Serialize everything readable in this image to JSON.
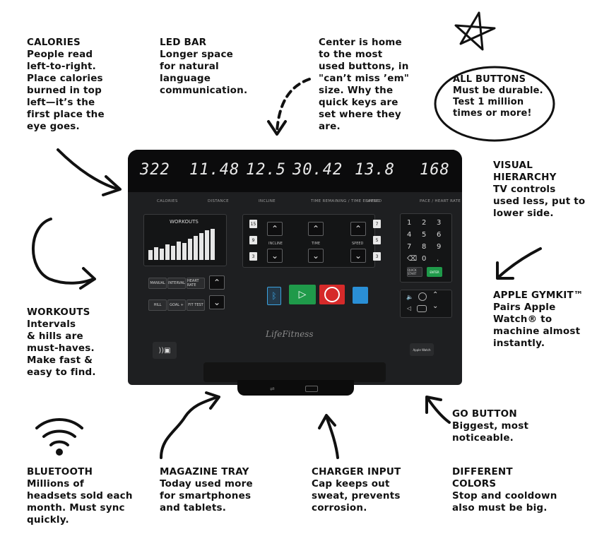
{
  "annotations": {
    "calories": {
      "title": "CALORIES",
      "body": "People read\nleft-to-right.\nPlace calories\nburned in top\nleft—it’s the\nfirst place the\neye goes."
    },
    "led_bar": {
      "title": "LED BAR",
      "body": "Longer space\nfor natural\nlanguage\ncommunication."
    },
    "center": {
      "title": "",
      "body": "Center is home\nto the most\nused buttons, in\n\"can’t miss ’em\"\nsize. Why the\nquick keys are\nset where they\nare."
    },
    "all_buttons": {
      "title": "ALL BUTTONS",
      "body": "Must be durable.\nTest 1 million\ntimes or more!"
    },
    "visual_hierarchy": {
      "title": "VISUAL\nHIERARCHY",
      "body": "TV controls\nused less, put to\nlower side."
    },
    "workouts": {
      "title": "WORKOUTS",
      "body": "Intervals\n& hills are\nmust-haves.\nMake fast &\neasy to find."
    },
    "apple_gymkit": {
      "title": "APPLE GYMKIT™",
      "body": "Pairs Apple\nWatch® to\nmachine almost\ninstantly."
    },
    "go_button": {
      "title": "GO BUTTON",
      "body": "Biggest, most\nnoticeable."
    },
    "bluetooth": {
      "title": "BLUETOOTH",
      "body": "Millions of\nheadsets sold each\nmonth. Must sync\nquickly."
    },
    "magazine_tray": {
      "title": "MAGAZINE TRAY",
      "body": "Today used more\nfor smartphones\nand tablets."
    },
    "charger_input": {
      "title": "CHARGER INPUT",
      "body": "Cap keeps out\nsweat, prevents\ncorrosion."
    },
    "different_colors": {
      "title": "DIFFERENT\nCOLORS",
      "body": "Stop and cooldown\nalso must be big."
    }
  },
  "console": {
    "displays": [
      {
        "value": "322",
        "label": "CALORIES"
      },
      {
        "value": "11.48",
        "label": "DISTANCE"
      },
      {
        "value": "12.5",
        "label": "INCLINE"
      },
      {
        "value": "30.42",
        "label": "TIME REMAINING / TIME ELAPSED"
      },
      {
        "value": "13.8",
        "label": "SPEED"
      },
      {
        "value": "168",
        "label": "PACE / HEART RATE"
      }
    ],
    "workouts_title": "WORKOUTS",
    "workout_buttons": [
      "MANUAL",
      "INTERVAL",
      "HEART RATE",
      "HILL",
      "GOAL +",
      "FIT TEST"
    ],
    "incline_label": "INCLINE",
    "time_label": "TIME",
    "speed_label": "SPEED",
    "incline_quick": [
      "15",
      "9",
      "3"
    ],
    "speed_quick": [
      "7",
      "5",
      "3"
    ],
    "keypad": [
      "1",
      "2",
      "3",
      "4",
      "5",
      "6",
      "7",
      "8",
      "9",
      "⌫",
      "0",
      "."
    ],
    "quick_start_label": "QUICK START",
    "enter_label": "ENTER",
    "brand": "LifeFitness",
    "gymkit_label": "Apple Watch"
  },
  "colors": {
    "go": "#1f9a4a",
    "stop": "#d62a2a",
    "cooldown": "#2a8fd6",
    "bluetooth": "#3ca3e0",
    "enter": "#1f9a4a"
  }
}
